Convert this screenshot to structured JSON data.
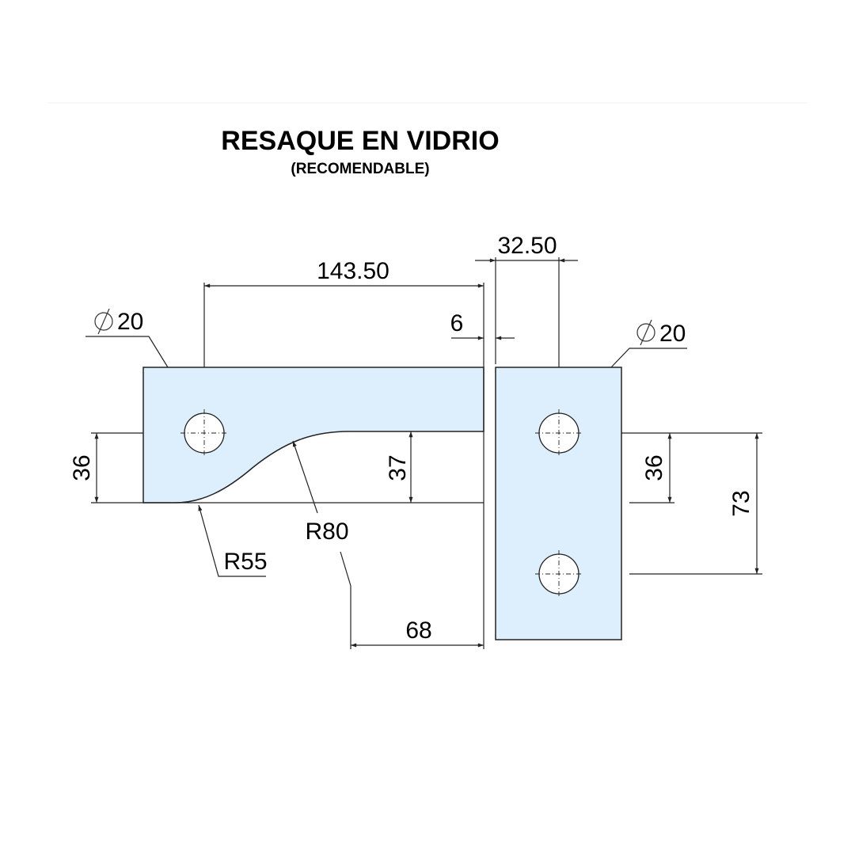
{
  "title": "RESAQUE EN VIDRIO",
  "subtitle": "(RECOMENDABLE)",
  "dimensions": {
    "width_main": "143.50",
    "gap": "6",
    "hinge_width": "32.50",
    "hole_diameter_left": "20",
    "hole_diameter_right": "20",
    "hole_height_left": "36",
    "notch_height": "37",
    "radius_small": "R55",
    "radius_large": "R80",
    "notch_length": "68",
    "hole_height_right": "36",
    "hole_spacing": "73"
  },
  "colors": {
    "glass": "#ddeefc",
    "line": "#222222"
  }
}
